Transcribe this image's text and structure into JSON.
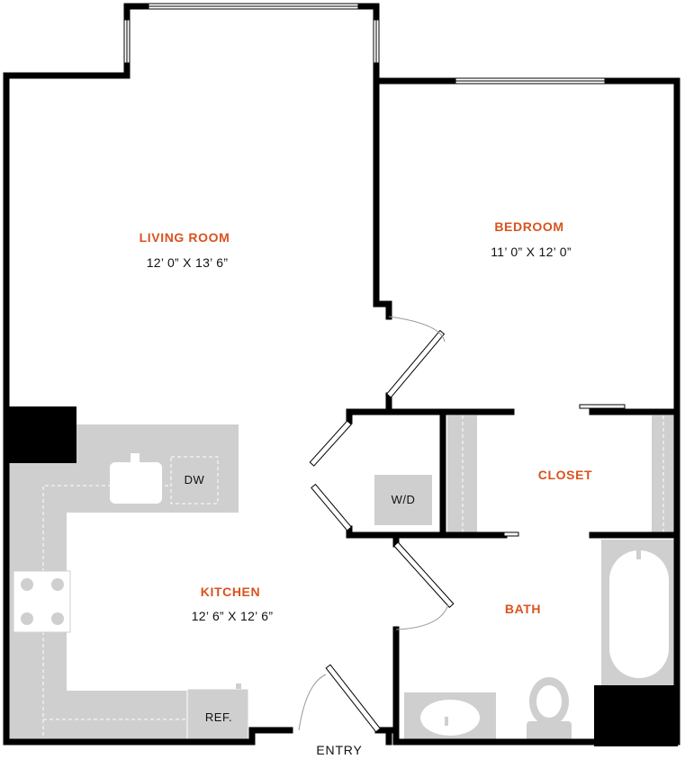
{
  "rooms": {
    "living_room": {
      "name": "LIVING ROOM",
      "dimensions": "12’ 0” X 13’ 6”"
    },
    "bedroom": {
      "name": "BEDROOM",
      "dimensions": "11’ 0” X 12’ 0”"
    },
    "kitchen": {
      "name": "KITCHEN",
      "dimensions": "12’ 6” X 12’ 6”"
    },
    "closet": {
      "name": "CLOSET"
    },
    "bath": {
      "name": "BATH"
    }
  },
  "fixtures": {
    "dishwasher": "DW",
    "washer_dryer": "W/D",
    "refrigerator": "REF."
  },
  "entry_label": "ENTRY",
  "colors": {
    "wall": "#000000",
    "room_label": "#d9531e",
    "fixture_fill": "#cfcfcf"
  }
}
